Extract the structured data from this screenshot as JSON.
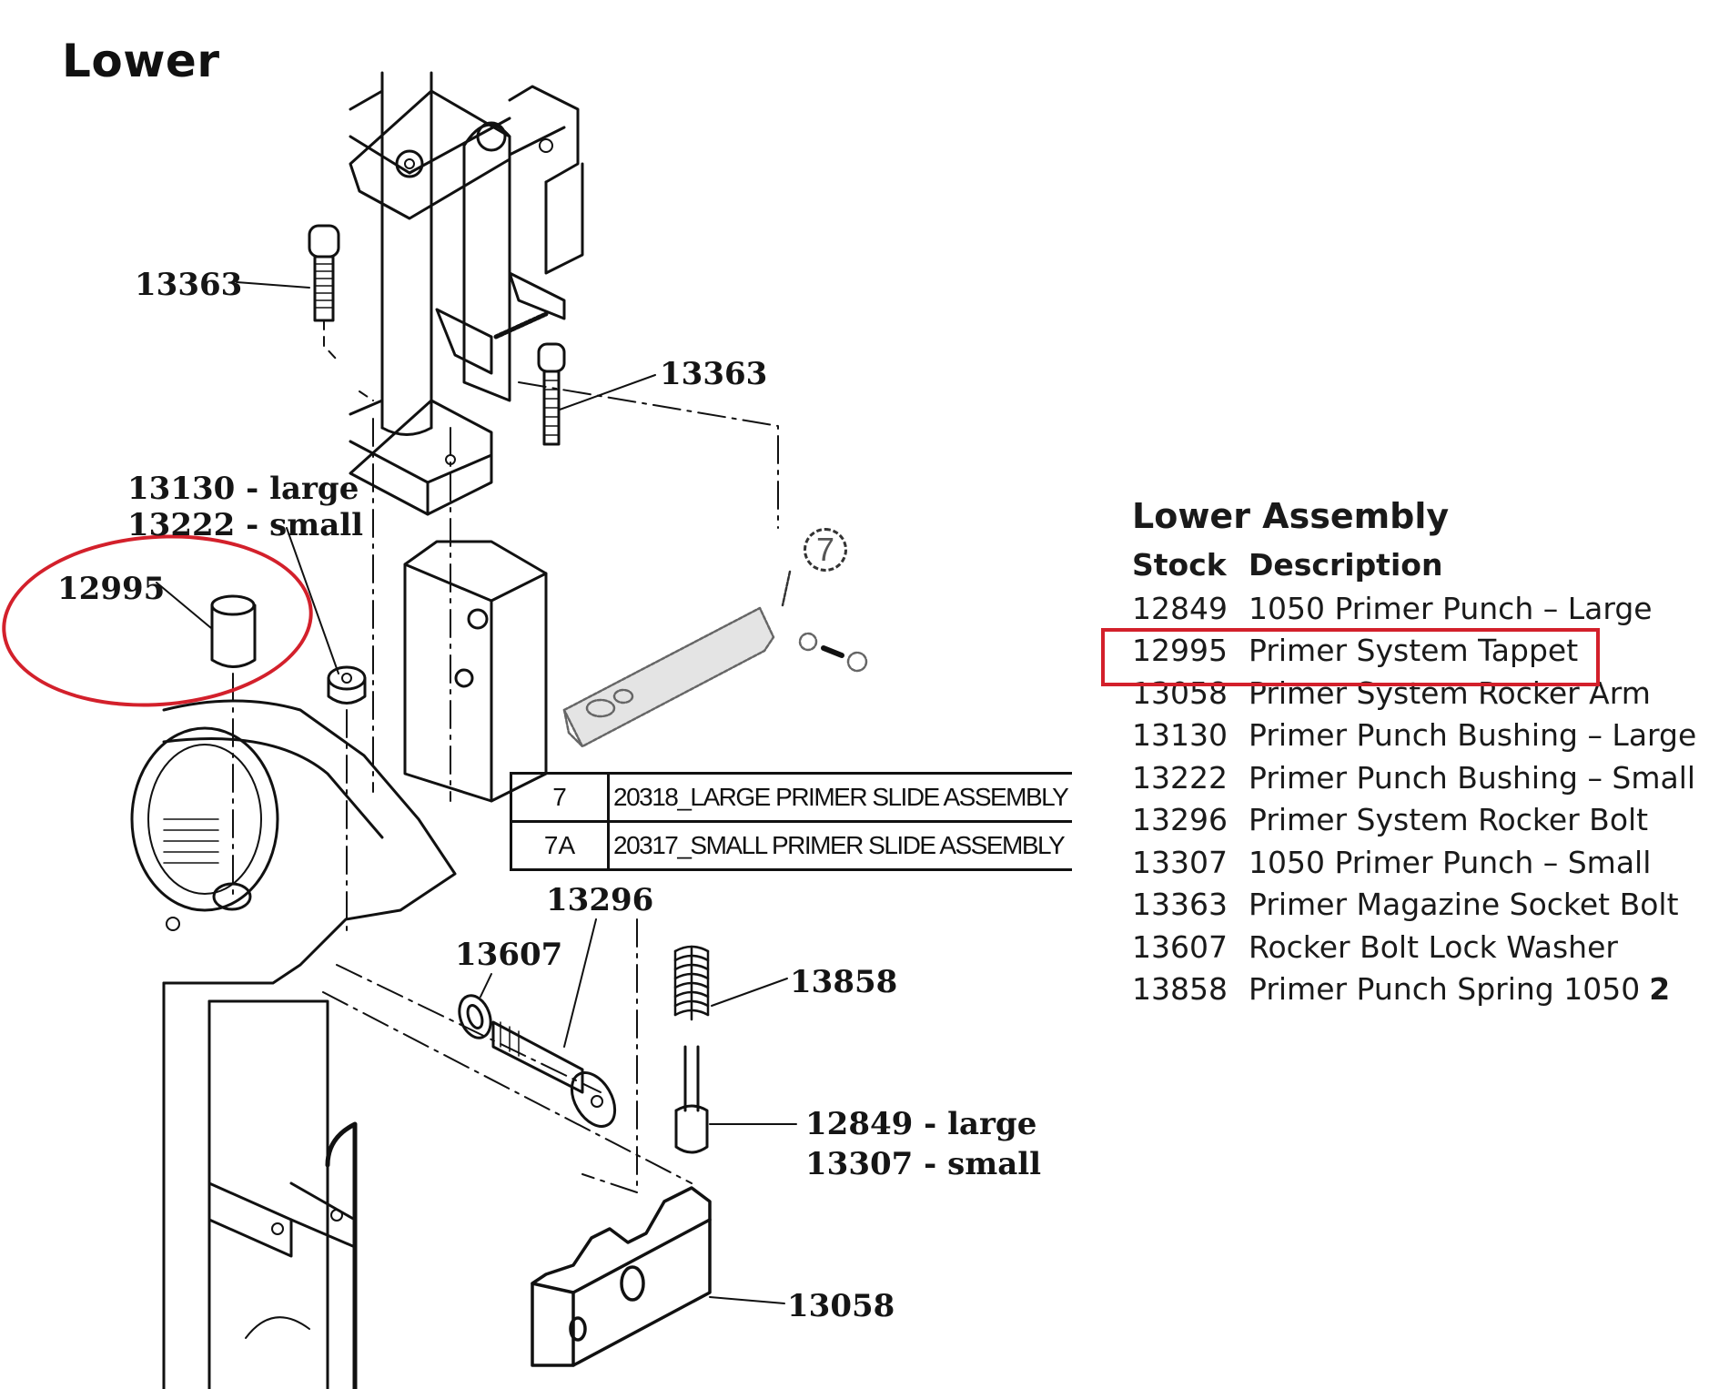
{
  "page": {
    "title": "Lower"
  },
  "callouts": {
    "bolt_left": "13363",
    "bolt_right": "13363",
    "bushing_large": "13130 - large",
    "bushing_small": "13222 - small",
    "tappet": "12995",
    "rocker_bolt": "13296",
    "lock_washer": "13607",
    "spring": "13858",
    "punch_large": "12849 - large",
    "punch_small": "13307 - small",
    "rocker_arm": "13058",
    "slide_ref": "7"
  },
  "slide_table": {
    "rows": [
      {
        "num": "7",
        "desc": "20318_LARGE PRIMER SLIDE ASSEMBLY"
      },
      {
        "num": "7A",
        "desc": "20317_SMALL PRIMER SLIDE ASSEMBLY"
      }
    ]
  },
  "legend": {
    "title": "Lower Assembly",
    "headers": {
      "stock": "Stock",
      "description": "Description"
    },
    "highlighted_stock": "12995",
    "highlight_color": "#d3202b",
    "rows": [
      {
        "stock": "12849",
        "description": "1050 Primer Punch – Large",
        "qty": ""
      },
      {
        "stock": "12995",
        "description": "Primer System Tappet",
        "qty": ""
      },
      {
        "stock": "13058",
        "description": "Primer System Rocker Arm",
        "qty": ""
      },
      {
        "stock": "13130",
        "description": "Primer Punch Bushing – Large",
        "qty": ""
      },
      {
        "stock": "13222",
        "description": "Primer Punch Bushing – Small",
        "qty": ""
      },
      {
        "stock": "13296",
        "description": "Primer System Rocker Bolt",
        "qty": ""
      },
      {
        "stock": "13307",
        "description": "1050 Primer Punch – Small",
        "qty": ""
      },
      {
        "stock": "13363",
        "description": "Primer Magazine Socket Bolt",
        "qty": ""
      },
      {
        "stock": "13607",
        "description": "Rocker Bolt Lock Washer",
        "qty": ""
      },
      {
        "stock": "13858",
        "description": "Primer Punch Spring 1050",
        "qty": "2"
      }
    ]
  }
}
